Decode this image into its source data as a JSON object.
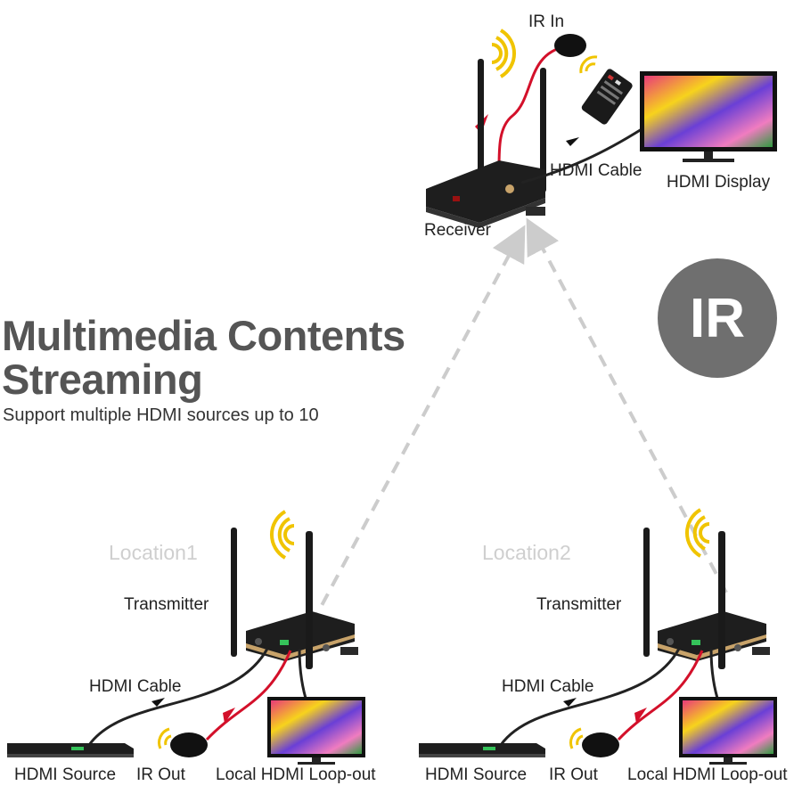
{
  "headline": {
    "line1": "Multimedia Contents",
    "line2": "Streaming",
    "subtitle": "Support multiple HDMI sources up to 10"
  },
  "badge": {
    "text": "IR"
  },
  "receiver_group": {
    "ir_in": "IR In",
    "receiver": "Receiver",
    "hdmi_cable": "HDMI Cable",
    "hdmi_display": "HDMI Display"
  },
  "location1": {
    "title": "Location1",
    "transmitter": "Transmitter",
    "hdmi_cable": "HDMI Cable",
    "hdmi_source": "HDMI Source",
    "ir_out": "IR Out",
    "loop_out": "Local HDMI Loop-out"
  },
  "location2": {
    "title": "Location2",
    "transmitter": "Transmitter",
    "hdmi_cable": "HDMI Cable",
    "hdmi_source": "HDMI Source",
    "ir_out": "IR Out",
    "loop_out": "Local HDMI Loop-out"
  },
  "colors": {
    "headline": "#555555",
    "badge": "#6f6f6f",
    "signal_wave": "#f0c400",
    "ir_cable": "#d3102a",
    "link_line": "#cccccc",
    "device_body": "#1e1e1e",
    "accent_stripe": "#c8a36a"
  },
  "icons": [
    "wifi-signal-icon",
    "ir-eye-icon",
    "remote-control-icon",
    "tv-display-icon",
    "media-player-icon",
    "antenna-icon"
  ]
}
